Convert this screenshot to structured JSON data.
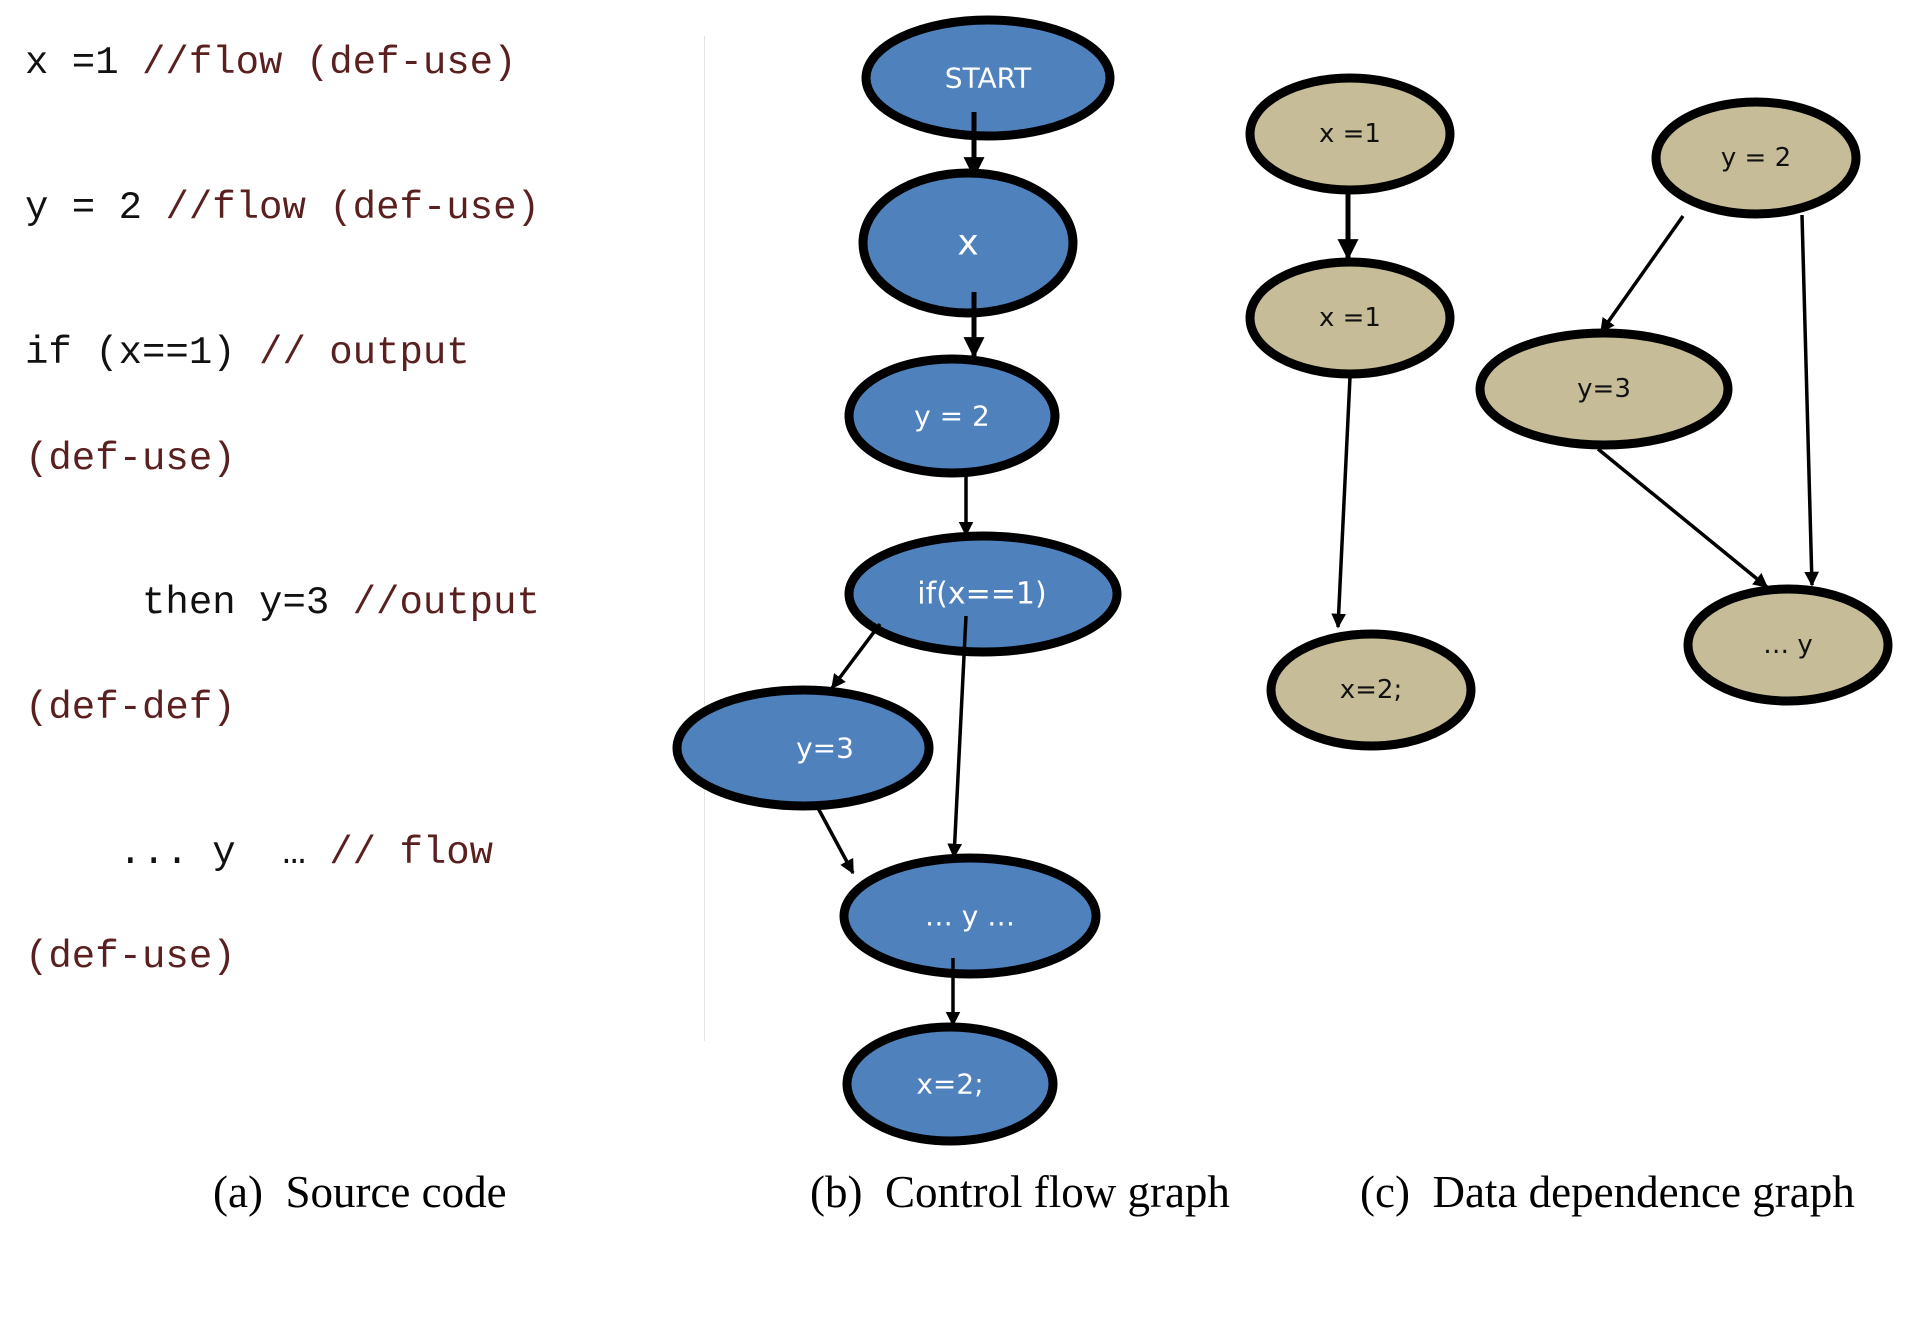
{
  "source_code": {
    "lines": [
      {
        "code": "x =1 ",
        "comment": "//flow (def-use)"
      },
      {
        "code": "y = 2 ",
        "comment": "//flow (def-use)"
      },
      {
        "code": "if (x==1) ",
        "comment": "// output"
      },
      {
        "code": "",
        "comment": "(def-use)"
      },
      {
        "code": "     then y=3 ",
        "comment": "//output"
      },
      {
        "code": "",
        "comment": "(def-def)"
      },
      {
        "code": "    ... y  … ",
        "comment": "// flow"
      },
      {
        "code": "",
        "comment": "(def-use)"
      }
    ]
  },
  "colors": {
    "cfg_fill": "#4f81bd",
    "ddg_fill": "#c6bd98",
    "stroke": "#000000",
    "comment": "#5a1f1f"
  },
  "cfg": {
    "nodes": [
      {
        "id": "start",
        "label": "START"
      },
      {
        "id": "x",
        "label": "x"
      },
      {
        "id": "y2",
        "label": "y = 2"
      },
      {
        "id": "if",
        "label": "if(x==1)"
      },
      {
        "id": "y3",
        "label": "y=3"
      },
      {
        "id": "use_y",
        "label": "… y  …"
      },
      {
        "id": "x2",
        "label": "x=2;"
      }
    ],
    "edges": [
      [
        "start",
        "x"
      ],
      [
        "x",
        "y2"
      ],
      [
        "y2",
        "if"
      ],
      [
        "if",
        "y3"
      ],
      [
        "if",
        "use_y"
      ],
      [
        "y3",
        "use_y"
      ],
      [
        "use_y",
        "x2"
      ]
    ]
  },
  "ddg": {
    "nodes": [
      {
        "id": "x1a",
        "label": "x =1"
      },
      {
        "id": "x1b",
        "label": "x =1"
      },
      {
        "id": "x2",
        "label": "x=2;"
      },
      {
        "id": "y2",
        "label": "y = 2"
      },
      {
        "id": "y3",
        "label": "y=3"
      },
      {
        "id": "use_y",
        "label": "… y"
      }
    ],
    "edges": [
      [
        "x1a",
        "x1b"
      ],
      [
        "x1b",
        "x2"
      ],
      [
        "y2",
        "y3"
      ],
      [
        "y2",
        "use_y"
      ],
      [
        "y3",
        "use_y"
      ]
    ]
  },
  "captions": {
    "a": "(a)  Source code",
    "b": "(b)  Control flow graph",
    "c": "(c)  Data dependence graph"
  }
}
